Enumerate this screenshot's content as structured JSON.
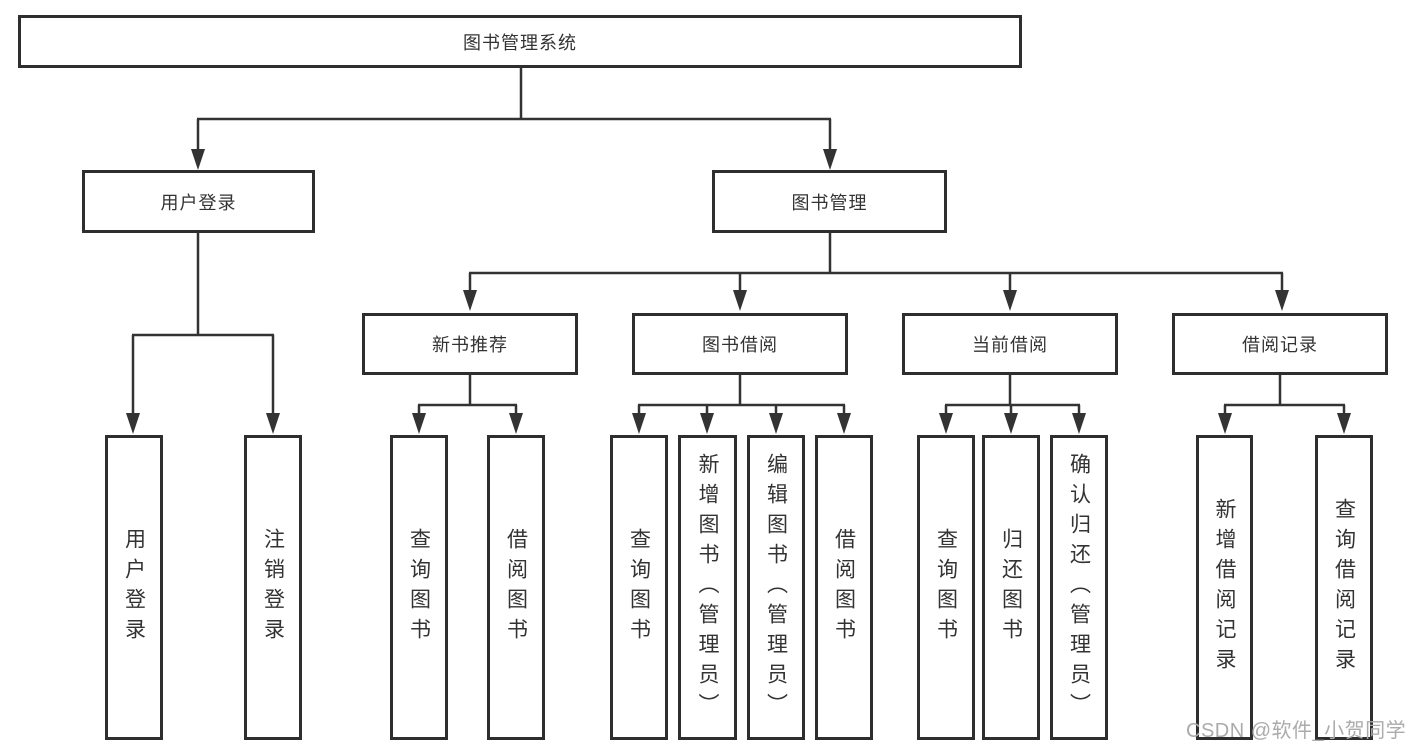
{
  "diagram": {
    "root": {
      "label": "图书管理系统"
    },
    "level2": [
      {
        "label": "用户登录"
      },
      {
        "label": "图书管理"
      }
    ],
    "level3": [
      {
        "label": "新书推荐"
      },
      {
        "label": "图书借阅"
      },
      {
        "label": "当前借阅"
      },
      {
        "label": "借阅记录"
      }
    ],
    "leaves": [
      {
        "label": "用户登录"
      },
      {
        "label": "注销登录"
      },
      {
        "label": "查询图书"
      },
      {
        "label": "借阅图书"
      },
      {
        "label": "查询图书"
      },
      {
        "label": "新增图书（管理员）"
      },
      {
        "label": "编辑图书（管理员）"
      },
      {
        "label": "借阅图书"
      },
      {
        "label": "查询图书"
      },
      {
        "label": "归还图书"
      },
      {
        "label": "确认归还（管理员）"
      },
      {
        "label": "新增借阅记录"
      },
      {
        "label": "查询借阅记录"
      }
    ]
  },
  "watermark": {
    "text": "CSDN @软件_小贺同学"
  },
  "colors": {
    "line": "#333333",
    "border": "#2e2e2e",
    "text": "#333333",
    "watermark": "#ababab",
    "background": "#ffffff"
  }
}
